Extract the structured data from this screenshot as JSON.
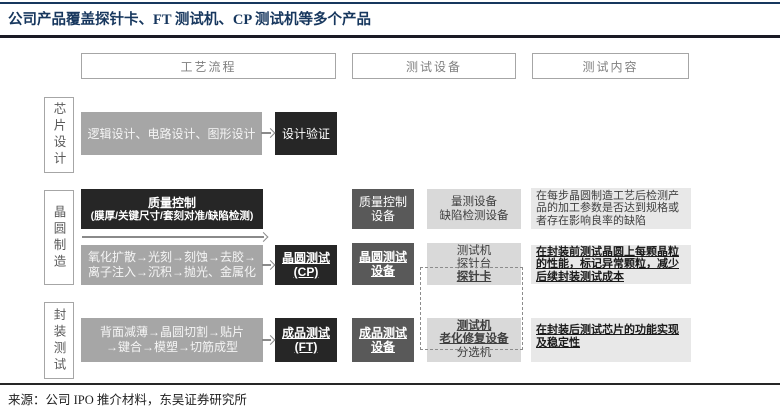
{
  "title": "公司产品覆盖探针卡、FT 测试机、CP 测试机等多个产品",
  "source": "来源：公司 IPO 推介材料，东吴证券研究所",
  "column_headers": {
    "process": "工艺流程",
    "equipment": "测试设备",
    "content": "测试内容"
  },
  "row_labels": {
    "chip": "芯片设计",
    "wafer": "晶圆制造",
    "package": "封装测试"
  },
  "chip": {
    "process": "逻辑设计、电路设计、图形设计",
    "verify": "设计验证"
  },
  "wafer": {
    "qc_title": "质量控制",
    "qc_detail": "(膜厚/关键尺寸/套刻对准/缺陷检测)",
    "process_l1": "氧化扩散→光刻→刻蚀→去胶→",
    "process_l2": "离子注入→沉积→抛光、金属化",
    "cp_l1": "晶圆测试",
    "cp_l2": "(CP)",
    "qc_equip_l1": "质量控制",
    "qc_equip_l2": "设备",
    "qc_types_l1": "量测设备",
    "qc_types_l2": "缺陷检测设备",
    "cp_equip_l1": "晶圆测试",
    "cp_equip_l2": "设备",
    "cp_item_1": "测试机",
    "cp_item_2": "探针台",
    "cp_item_3": "探针卡",
    "qc_content": "在每步晶圆制造工艺后检测产品的加工参数是否达到规格或者存在影响良率的缺陷",
    "cp_content": "在封装前测试晶圆上每颗晶粒的性能，标记异常颗粒，减少后续封装测试成本"
  },
  "package": {
    "process_l1": "背面减薄→晶圆切割→贴片",
    "process_l2": "→键合→模塑→切筋成型",
    "ft_l1": "成品测试",
    "ft_l2": "(FT)",
    "ft_equip_l1": "成品测试",
    "ft_equip_l2": "设备",
    "ft_item_1": "测试机",
    "ft_item_2": "老化修复设备",
    "ft_item_3": "分选机",
    "ft_content": "在封装后测试芯片的功能实现及稳定性"
  },
  "colors": {
    "accent_navy": "#17375e",
    "box_black": "#262626",
    "box_dark_gray": "#595959",
    "box_mid_gray": "#a6a6a6",
    "box_light_gray": "#d9d9d9",
    "box_lighter_gray": "#e8e8e8"
  }
}
